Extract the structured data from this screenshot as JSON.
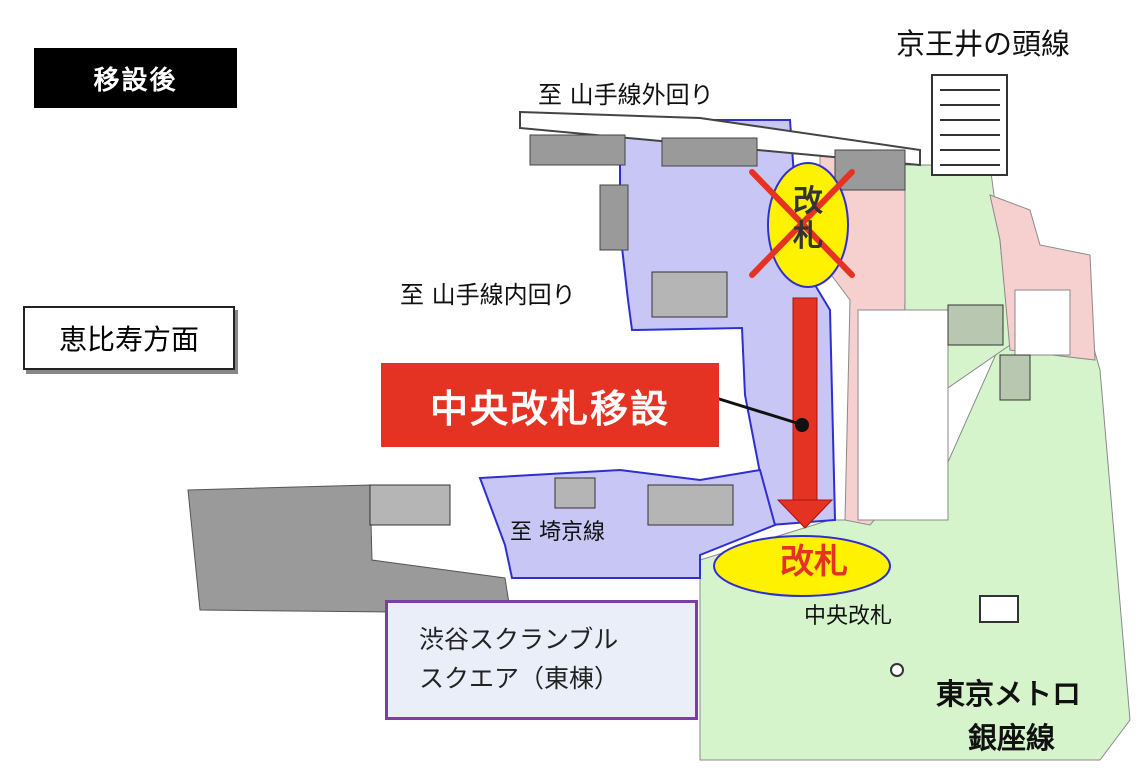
{
  "badge_after": "移設後",
  "keio_line": "京王井の頭線",
  "yamanote_outer": "至 山手線外回り",
  "yamanote_inner": "至 山手線内回り",
  "ebisu": "恵比寿方面",
  "relocation_banner": "中央改札移設",
  "saikyo": "至 埼京線",
  "new_gate": "改札",
  "old_gate_top": "改",
  "old_gate_bottom": "札",
  "central_gate": "中央改札",
  "scramble_line1": "渋谷スクランブル",
  "scramble_line2": "スクエア（東棟）",
  "metro": "東京メトロ",
  "ginza": "銀座線",
  "colors": {
    "jr_area": "#c7c6f4",
    "metro_area": "#d5f4cc",
    "keio_area": "#f6cfcf",
    "platform_gray": "#9a9a9a",
    "arrow_red": "#e53323",
    "gate_yellow": "#fff200"
  }
}
